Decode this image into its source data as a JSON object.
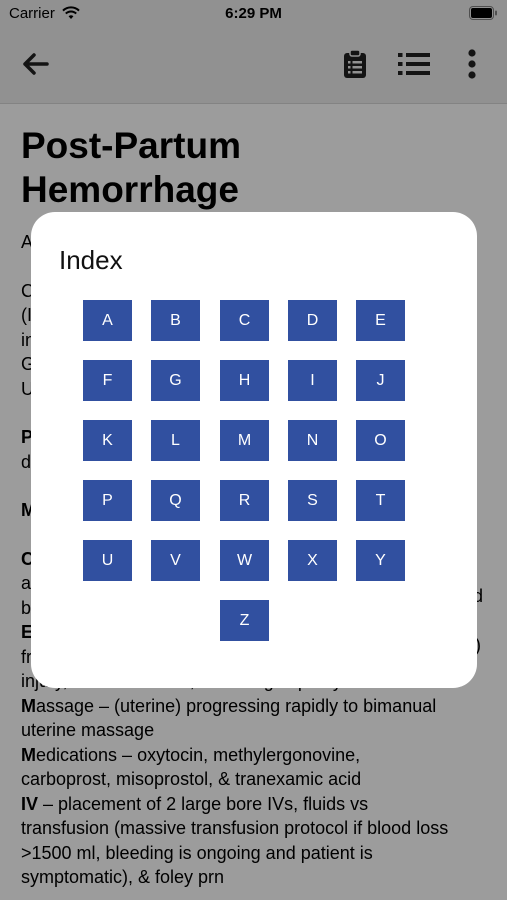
{
  "status_bar": {
    "carrier": "Carrier",
    "time": "6:29 PM"
  },
  "app_bar": {
    "back_icon": "arrow-left-icon",
    "actions": [
      "clipboard-icon",
      "list-icon",
      "more-vertical-icon"
    ]
  },
  "page": {
    "title": "Post-Partum Hemorrhage",
    "lines": [
      {
        "text": "A"
      },
      {
        "spacer": true
      },
      {
        "text": "C"
      },
      {
        "text": "(I"
      },
      {
        "text": "in"
      },
      {
        "text": "G"
      },
      {
        "text": "U"
      },
      {
        "spacer": true
      },
      {
        "bold": "P"
      },
      {
        "text": "d"
      },
      {
        "spacer": true
      },
      {
        "bold": "M"
      },
      {
        "spacer": true
      },
      {
        "bold": "C"
      },
      {
        "text": "a"
      },
      {
        "text": "b"
      },
      {
        "bold": "E"
      },
      {
        "text": "fr"
      },
      {
        "text": "injury, retained tissue, and coagulopathy"
      },
      {
        "bold": "M",
        "text": "assage – (uterine) progressing rapidly to bimanual"
      },
      {
        "text": "uterine massage"
      },
      {
        "bold": "M",
        "text": "edications –  oxytocin, methylergonovine,"
      },
      {
        "text": "carboprost, misoprostol, & tranexamic acid"
      },
      {
        "bold": "IV",
        "text": " – placement of 2 large bore IVs, fluids vs"
      },
      {
        "text": "transfusion (massive transfusion protocol if blood loss"
      },
      {
        "text": ">1500 ml, bleeding is ongoing and patient is"
      },
      {
        "text": "symptomatic), & foley prn"
      }
    ],
    "right_edge": {
      "row_a": "d",
      "row_b": ")"
    }
  },
  "index_dialog": {
    "title": "Index",
    "letters": [
      "A",
      "B",
      "C",
      "D",
      "E",
      "F",
      "G",
      "H",
      "I",
      "J",
      "K",
      "L",
      "M",
      "N",
      "O",
      "P",
      "Q",
      "R",
      "S",
      "T",
      "U",
      "V",
      "W",
      "X",
      "Y",
      "Z"
    ]
  },
  "colors": {
    "key_bg": "#3150a0",
    "app_bar_bg": "#ededed",
    "scrim": "rgba(0,0,0,0.39)"
  }
}
